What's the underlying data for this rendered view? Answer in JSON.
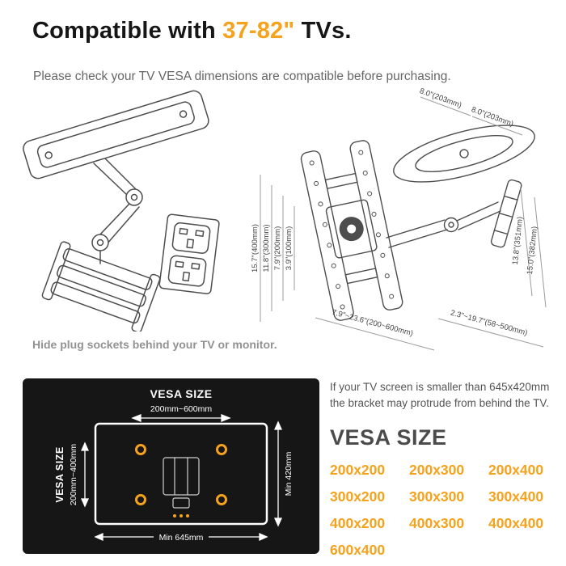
{
  "colors": {
    "accent": "#f5a21c",
    "panel_bg": "#161616"
  },
  "header": {
    "title_prefix": "Compatible with ",
    "title_highlight": "37-82\"",
    "title_suffix": " TVs.",
    "subtitle": "Please check your TV VESA dimensions are compatible before purchasing."
  },
  "illustrations": {
    "caption": "Hide plug sockets behind your TV or monitor.",
    "dimension_labels": {
      "top_width_1": "8.0\"(203mm)",
      "top_width_2": "8.0\"(203mm)",
      "vesa_height_1": "15.7\"(400mm)",
      "vesa_height_2": "11.8\"(300mm)",
      "vesa_height_3": "7.9\"(200mm)",
      "vesa_height_4": "3.9\"(100mm)",
      "arm_height_1": "13.8\"(351mm)",
      "arm_height_2": "15.0\"(382mm)",
      "bottom_width": "7.9\"~23.6\"(200~600mm)",
      "extension": "2.3\"~19.7\"(58~500mm)"
    }
  },
  "vesa_panel": {
    "title": "VESA SIZE",
    "width_range": "200mm~600mm",
    "side_title": "VESA SIZE",
    "height_range": "200mm~400mm",
    "min_height": "Min 420mm",
    "min_width": "Min 645mm"
  },
  "vesa_info": {
    "note_line1": "If your TV screen is smaller than 645x420mm",
    "note_line2": "the bracket may protrude from behind the TV.",
    "heading": "VESA SIZE",
    "sizes": [
      "200x200",
      "200x300",
      "200x400",
      "300x200",
      "300x300",
      "300x400",
      "400x200",
      "400x300",
      "400x400",
      "600x400"
    ]
  }
}
